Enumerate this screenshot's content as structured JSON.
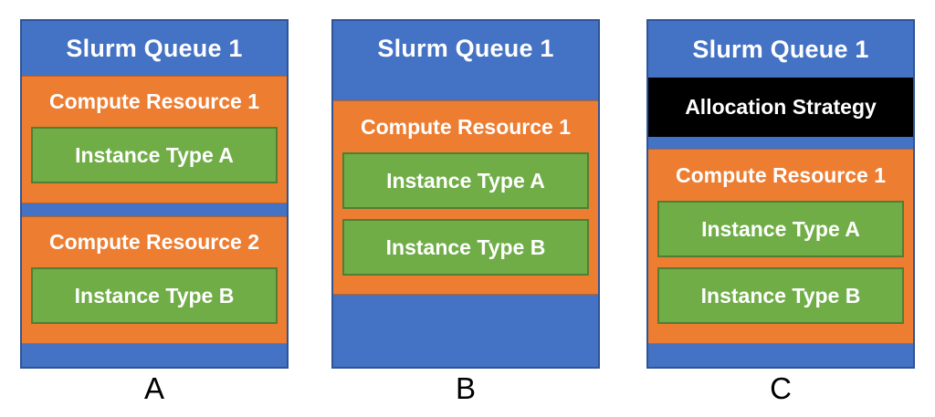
{
  "colors": {
    "blue": "#4472C4",
    "blue_border": "#2F5496",
    "orange": "#ED7D31",
    "orange_border": "#C1611F",
    "green": "#70AD47",
    "green_border": "#507E32",
    "black": "#000000",
    "text_light": "#FFFFFF",
    "label_text": "#000000"
  },
  "panels": [
    {
      "label": "A",
      "queue_title": "Slurm Queue 1",
      "resources": [
        {
          "title": "Compute Resource 1",
          "instances": [
            "Instance Type A"
          ]
        },
        {
          "title": "Compute Resource 2",
          "instances": [
            "Instance Type B"
          ]
        }
      ]
    },
    {
      "label": "B",
      "queue_title": "Slurm Queue 1",
      "resources": [
        {
          "title": "Compute Resource 1",
          "instances": [
            "Instance Type A",
            "Instance Type B"
          ]
        }
      ]
    },
    {
      "label": "C",
      "queue_title": "Slurm Queue 1",
      "allocation_strategy": "Allocation Strategy",
      "resources": [
        {
          "title": "Compute Resource 1",
          "instances": [
            "Instance Type A",
            "Instance Type B"
          ]
        }
      ]
    }
  ]
}
